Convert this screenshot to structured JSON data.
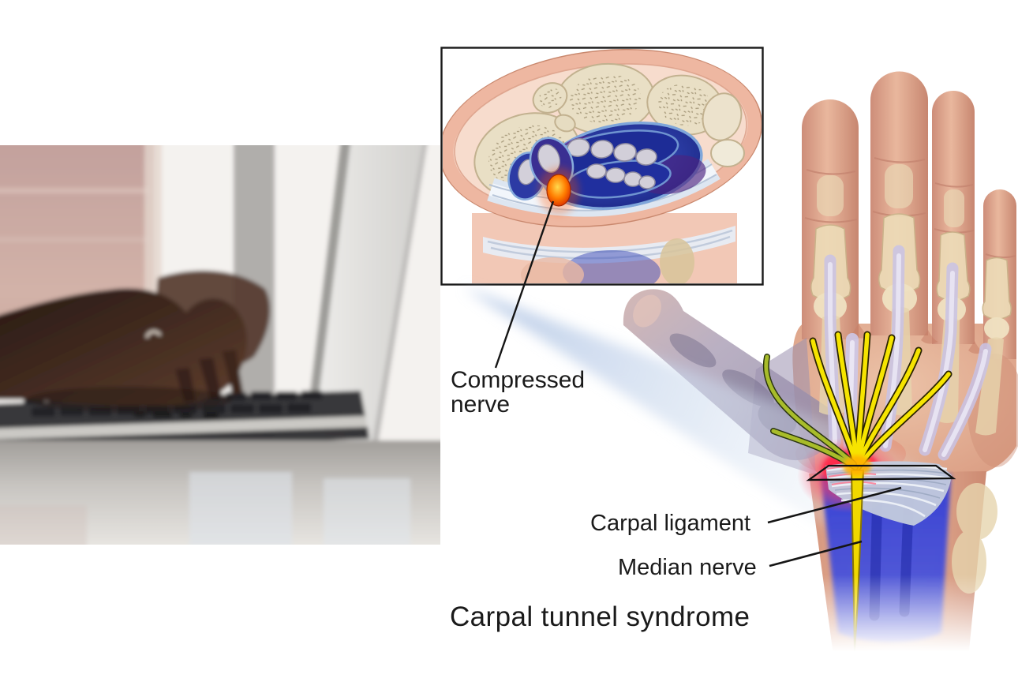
{
  "figure": {
    "title": "Carpal tunnel syndrome",
    "inset_label_line1": "Compressed",
    "inset_label_line2": "nerve",
    "label_carpal_ligament": "Carpal ligament",
    "label_median_nerve": "Median nerve"
  },
  "colors": {
    "label_text": "#1a1a1a",
    "inset_border": "#1a1a1a",
    "skin": "#e2a48b",
    "bone": "#e9dfc5",
    "tendon_sheath_blue": "#2b3aa4",
    "tendon_gray": "#d2cfd9",
    "tendon_lavender": "#c9c3e6",
    "compressed_nerve_orange": "#ff7d00",
    "median_nerve_yellow": "#f5df00",
    "thenar_nerve_green": "#a8bc2a",
    "inflammation_red": "#ff2950",
    "carpal_ligament_gray": "#c3cbdd",
    "flexor_tendons_blue": "#2c3ad8",
    "projection_wedge_blue": "#bacce6",
    "photo_background_pink": "#c6a49c",
    "photo_laptop_silver": "#dddcda",
    "photo_hand_brown": "#3a261e"
  }
}
